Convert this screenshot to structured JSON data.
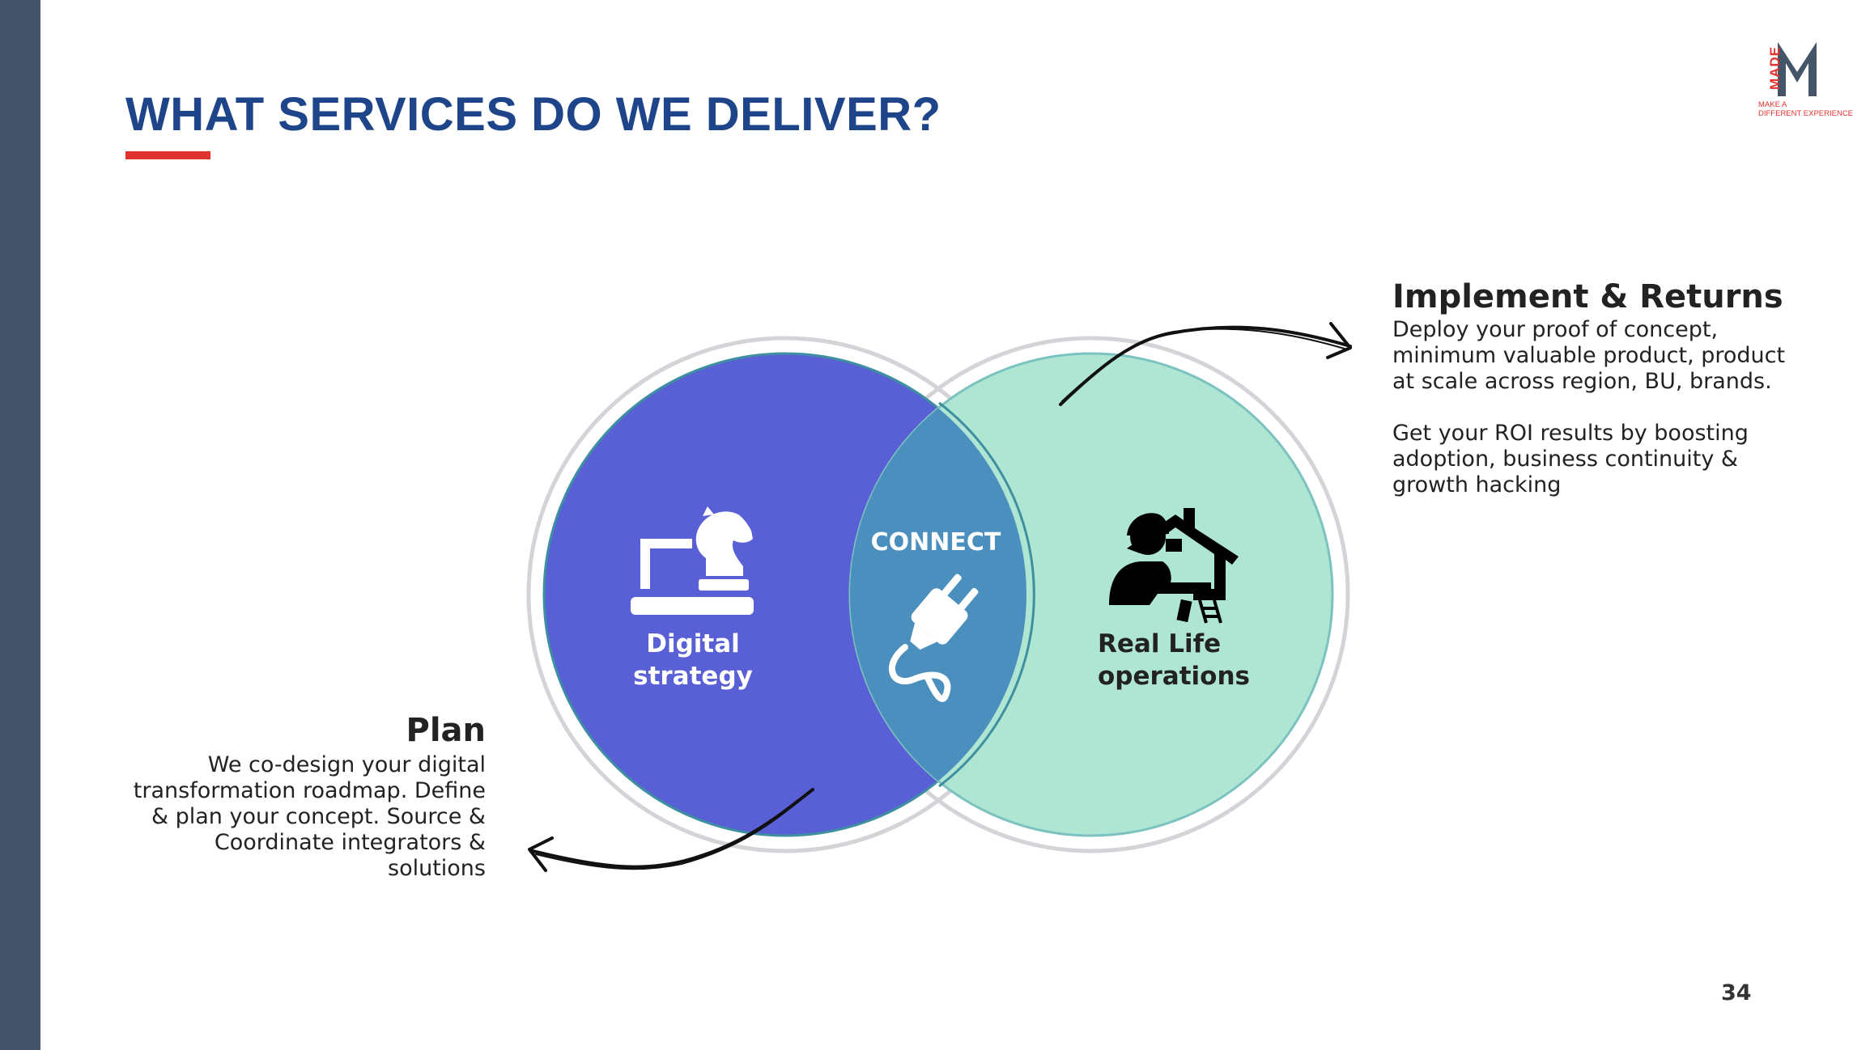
{
  "title": "WHAT SERVICES DO WE DELIVER?",
  "logo": {
    "vertical_text": "MADE",
    "letter": "M",
    "tagline": "MAKE A\nDIFFERENT EXPERIENCE"
  },
  "diagram": {
    "left_circle": {
      "label_line1": "Digital",
      "label_line2": "strategy",
      "icon": "laptop-chess-knight-icon"
    },
    "center": {
      "label": "CONNECT",
      "icon": "plug-icon"
    },
    "right_circle": {
      "label_line1": "Real Life",
      "label_line2": "operations",
      "icon": "worker-house-icon"
    }
  },
  "plan": {
    "heading": "Plan",
    "text": "We co-design your digital\ntransformation roadmap. Define\n& plan your concept. Source &\nCoordinate integrators &\nsolutions"
  },
  "implement": {
    "heading": "Implement & Returns",
    "text": "Deploy your proof of concept,\nminimum valuable product, product\nat scale across region, BU, brands.\n\nGet your ROI results by boosting\nadoption, business continuity &\ngrowth hacking"
  },
  "page_number": "34",
  "colors": {
    "title": "#1e4489",
    "accent": "#e0332e",
    "left_circle": "#5960d6",
    "right_circle": "#afe5d3",
    "overlap": "#4a8fbd",
    "sidebar": "#445469"
  }
}
